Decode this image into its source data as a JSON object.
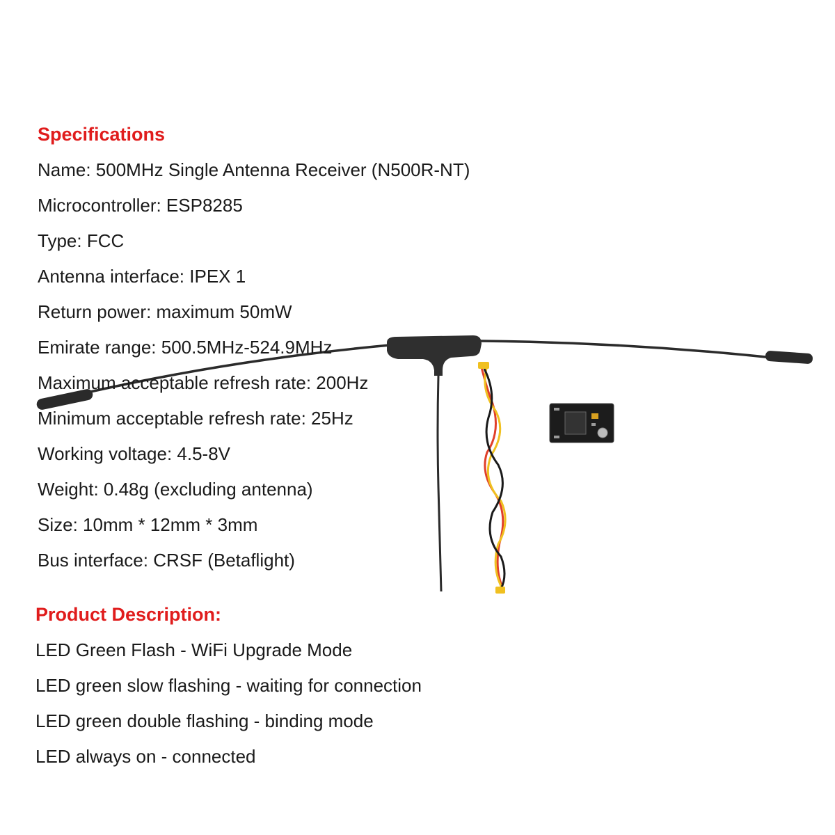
{
  "specifications": {
    "heading": "Specifications",
    "lines": [
      "Name: 500MHz Single Antenna Receiver (N500R-NT)",
      "Microcontroller: ESP8285",
      "Type: FCC",
      "Antenna interface: IPEX 1",
      "Return power: maximum 50mW",
      "Emirate range: 500.5MHz-524.9MHz",
      "Maximum acceptable refresh rate: 200Hz",
      "Minimum acceptable refresh rate: 25Hz",
      "Working voltage: 4.5-8V",
      "Weight: 0.48g (excluding antenna)",
      "Size: 10mm * 12mm * 3mm",
      "Bus interface: CRSF (Betaflight)"
    ]
  },
  "product_description": {
    "heading": "Product Description:",
    "lines": [
      "LED Green Flash - WiFi Upgrade Mode",
      "LED green slow flashing - waiting for connection",
      "LED green double flashing - binding mode",
      "LED always on - connected"
    ]
  },
  "colors": {
    "heading": "#e01c1c",
    "body_text": "#1a1a1a",
    "antenna": "#2b2b2b",
    "wire_red": "#e0402a",
    "wire_yellow": "#f0c020",
    "wire_black": "#1a1a1a"
  },
  "icons": [
    "t-antenna-icon",
    "servo-wire-bundle-icon",
    "receiver-board-icon"
  ]
}
